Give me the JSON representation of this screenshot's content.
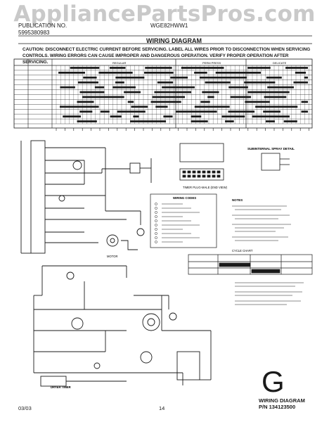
{
  "watermark": "AppliancePartsPros.com",
  "header": {
    "left_line1": "PUBLICATION NO.",
    "left_line2": "5995380983",
    "center": "WGE82HWW1"
  },
  "title": "WIRING DIAGRAM",
  "caution": "CAUTION: DISCONNECT ELECTRIC CURRENT BEFORE SERVICING. LABEL ALL WIRES PRIOR TO DISCONNECTION WHEN SERVICING CONTROLS. WIRING ERRORS CAN CAUSE IMPROPER AND DANGEROUS OPERATION. VERIFY PROPER OPERATION AFTER SERVICING.",
  "timer_chart": {
    "sections": [
      "REGULAR",
      "PERM PRESS",
      "DELICATE"
    ],
    "rows": 12
  },
  "labels": {
    "light_spray": "SUBINTERNAL SPRAY DETAIL",
    "timer_plug": "TIMER PLUG-MALE (END VIEW)",
    "wiring_codes": "WIRING CODES",
    "notes": "NOTES",
    "cycle_chart": "CYCLE CHART",
    "motor": "MOTOR",
    "dryer_timer": "DRYER TIMER"
  },
  "footer": {
    "big_letter": "G",
    "diagram_title": "WIRING DIAGRAM",
    "part_number": "P/N 134123500",
    "date": "03/03",
    "page": "14"
  },
  "colors": {
    "ink": "#1a1a1a",
    "watermark": "#c9c9c9",
    "paper": "#ffffff"
  }
}
